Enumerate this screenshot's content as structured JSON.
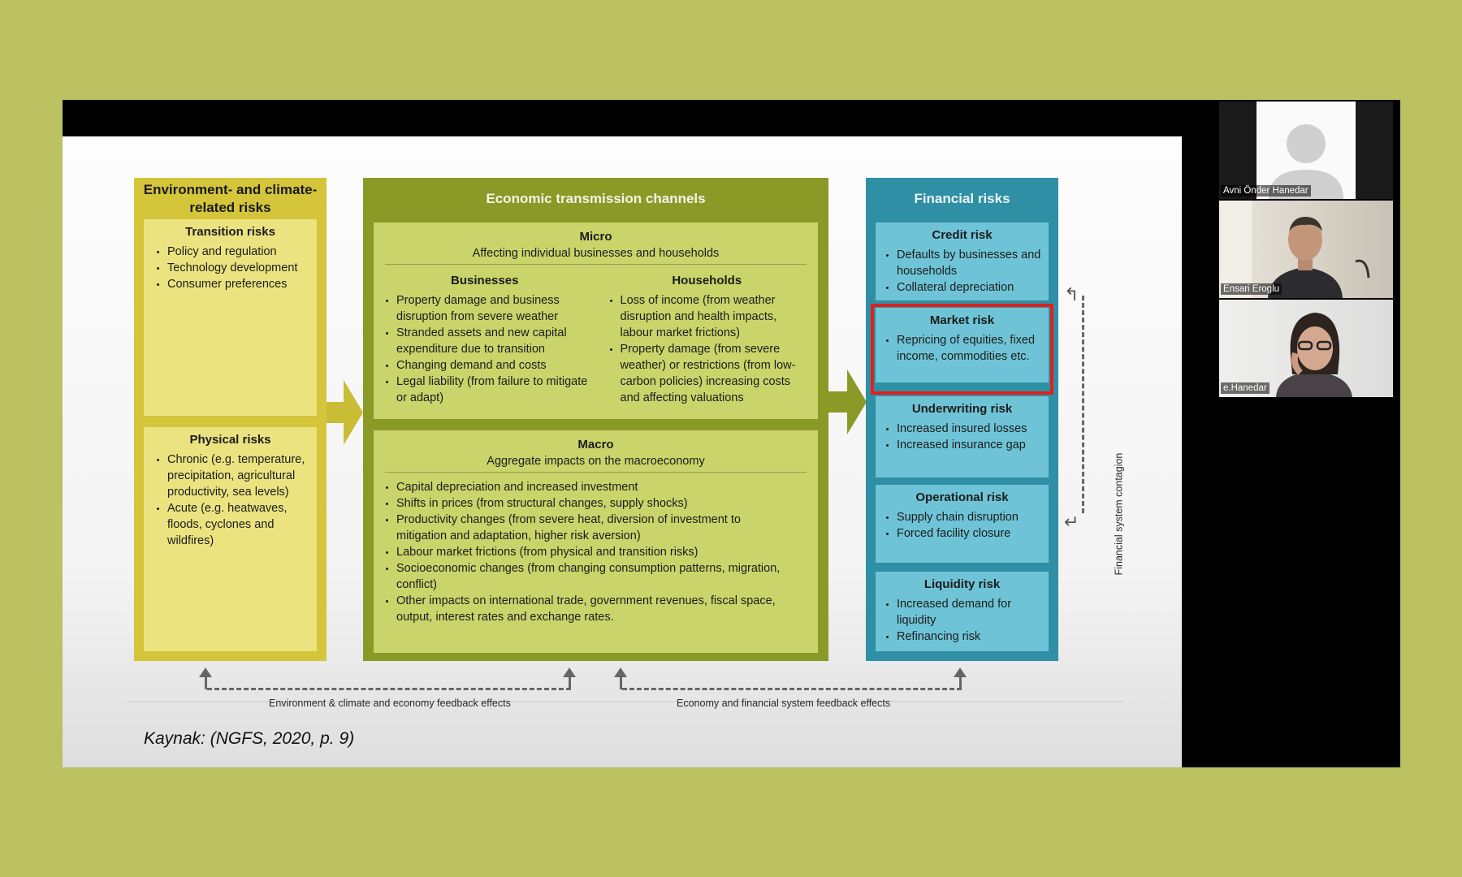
{
  "slide": {
    "environment": {
      "title": "Environment- and climate-related risks",
      "transition": {
        "title": "Transition risks",
        "items": [
          "Policy and regulation",
          "Technology development",
          "Consumer preferences"
        ]
      },
      "physical": {
        "title": "Physical risks",
        "items": [
          "Chronic (e.g. temperature, precipitation, agricultural productivity, sea levels)",
          "Acute (e.g. heatwaves, floods, cyclones and wildfires)"
        ]
      }
    },
    "economic": {
      "title": "Economic transmission channels",
      "micro": {
        "title": "Micro",
        "subtitle": "Affecting individual businesses and households",
        "businesses": {
          "title": "Businesses",
          "items": [
            "Property damage and business disruption from severe weather",
            "Stranded assets and new capital expenditure due to transition",
            "Changing demand and costs",
            "Legal liability (from failure to mitigate or adapt)"
          ]
        },
        "households": {
          "title": "Households",
          "items": [
            "Loss of income (from weather disruption and health impacts, labour market frictions)",
            "Property damage (from severe weather) or restrictions (from low-carbon policies) increasing costs and affecting valuations"
          ]
        }
      },
      "macro": {
        "title": "Macro",
        "subtitle": "Aggregate impacts on the macroeconomy",
        "items": [
          "Capital depreciation and increased investment",
          "Shifts in prices (from structural changes, supply shocks)",
          "Productivity changes (from severe heat, diversion of investment to mitigation and adaptation, higher risk aversion)",
          "Labour market frictions (from physical and transition risks)",
          "Socioeconomic changes (from changing consumption patterns, migration, conflict)",
          "Other impacts on international trade, government revenues, fiscal space, output, interest rates and exchange rates."
        ]
      }
    },
    "financial": {
      "title": "Financial risks",
      "credit": {
        "title": "Credit risk",
        "items": [
          "Defaults by businesses and households",
          "Collateral depreciation"
        ]
      },
      "market": {
        "title": "Market risk",
        "items": [
          "Repricing of equities, fixed income, commodities etc."
        ]
      },
      "underwriting": {
        "title": "Underwriting risk",
        "items": [
          "Increased insured losses",
          "Increased insurance gap"
        ]
      },
      "operational": {
        "title": "Operational risk",
        "items": [
          "Supply chain disruption",
          "Forced facility closure"
        ]
      },
      "liquidity": {
        "title": "Liquidity risk",
        "items": [
          "Increased demand for liquidity",
          "Refinancing risk"
        ]
      }
    },
    "feedback_left": "Environment & climate and economy feedback effects",
    "feedback_right": "Economy and financial system feedback effects",
    "contagion": "Financial system contagion",
    "source": "Kaynak: (NGFS, 2020, p. 9)"
  },
  "participants": [
    {
      "name": "Avni Önder Hanedar"
    },
    {
      "name": "Ensari Eroglu"
    },
    {
      "name": "e.Hanedar"
    }
  ],
  "colors": {
    "background": "#bcc162",
    "highlight": "#e0201a",
    "env": "#d4c53a",
    "econ": "#8a9a26",
    "fin": "#2f8fa5"
  }
}
